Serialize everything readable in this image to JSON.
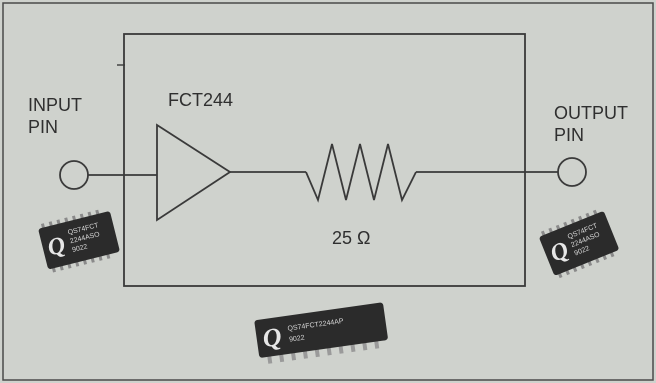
{
  "diagram": {
    "input_label": [
      "INPUT",
      "PIN"
    ],
    "output_label": [
      "OUTPUT",
      "PIN"
    ],
    "buffer_label": "FCT244",
    "resistor_label": "25 Ω"
  },
  "chips": [
    {
      "logo": "Q",
      "lines": [
        "QS74FCT",
        "2244ASO",
        "9022"
      ]
    },
    {
      "logo": "Q",
      "lines": [
        "QS74FCT",
        "2244ASO",
        "9022"
      ]
    },
    {
      "logo": "Q",
      "lines": [
        "QS74FCT2244AP",
        "9022"
      ]
    }
  ],
  "colors": {
    "background": "#cfd2cd",
    "line": "#3a3a3a",
    "chip_body": "#2b2b2b"
  }
}
